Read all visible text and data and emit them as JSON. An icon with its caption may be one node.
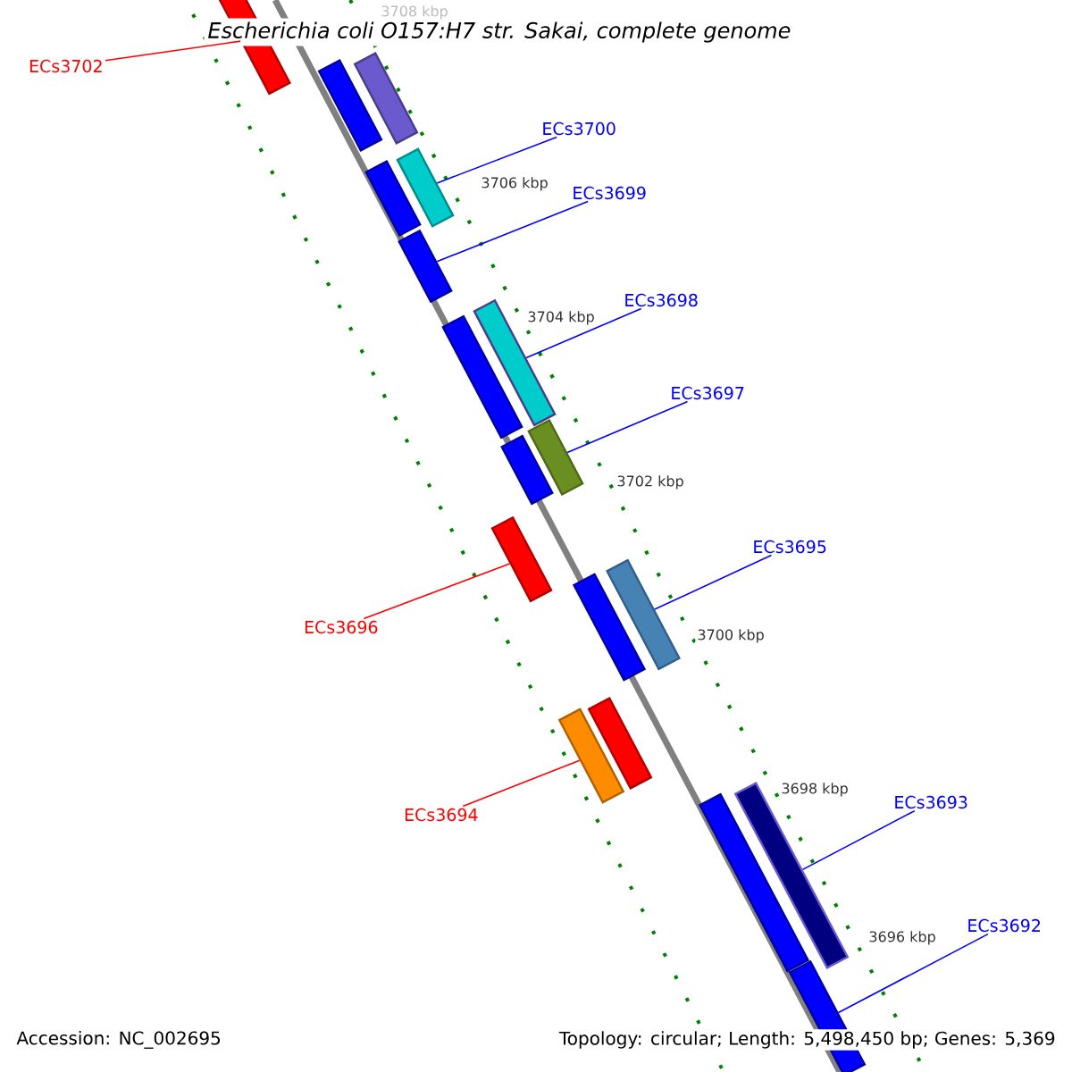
{
  "diagram": {
    "title": "*Escherichia coli* O157:H7 str. Sakai, complete genome",
    "nodes": [
      {
        "text": [
          "ECs3702"
        ]
      },
      {
        "text": [
          "ECs3700"
        ]
      },
      {
        "text": [
          "ECs3699"
        ]
      },
      {
        "text": [
          "ECs3698"
        ]
      },
      {
        "text": [
          "ECs3697"
        ]
      },
      {
        "text": [
          "ECs3696"
        ]
      },
      {
        "text": [
          "ECs3695"
        ]
      },
      {
        "text": [
          "ECs3694"
        ]
      },
      {
        "text": [
          "ECs3693"
        ]
      },
      {
        "text": [
          "ECs3692"
        ]
      },
      {
        "text": [],
        "shape": "bar"
      },
      {
        "text": [],
        "shape": "bar"
      },
      {
        "text": [],
        "shape": "bar"
      },
      {
        "text": [],
        "shape": "bar"
      },
      {
        "text": [],
        "shape": "bar"
      },
      {
        "text": [],
        "shape": "bar"
      },
      {
        "text": [],
        "shape": "bar"
      },
      {
        "text": [],
        "shape": "bar"
      },
      {
        "text": [],
        "shape": "bar"
      },
      {
        "text": [],
        "shape": "bar"
      },
      {
        "text": [],
        "shape": "bar"
      },
      {
        "text": [],
        "shape": "bar"
      },
      {
        "text": [],
        "shape": "bar"
      },
      {
        "text": [],
        "shape": "bar"
      },
      {
        "text": [],
        "shape": "bar"
      },
      {
        "text": [],
        "shape": "bar"
      },
      {
        "text": [],
        "shape": "bar"
      },
      {
        "text": [],
        "shape": "bar"
      }
    ],
    "edges": [
      {
        "from": 0,
        "to": 10,
        "arrow": "none",
        "color": "#ff0000"
      },
      {
        "from": 1,
        "to": 14,
        "arrow": "none"
      },
      {
        "from": 2,
        "to": 15,
        "arrow": "none"
      },
      {
        "from": 3,
        "to": 17,
        "arrow": "none"
      },
      {
        "from": 4,
        "to": 19,
        "arrow": "none"
      },
      {
        "from": 5,
        "to": 20,
        "arrow": "none",
        "color": "#ff0000"
      },
      {
        "from": 6,
        "to": 22,
        "arrow": "none"
      },
      {
        "from": 7,
        "to": 23,
        "arrow": "none",
        "color": "#ff0000"
      },
      {
        "from": 8,
        "to": 26,
        "arrow": "none"
      },
      {
        "from": 9,
        "to": 27,
        "arrow": "none"
      }
    ],
    "labels": [
      "3708 kbp",
      "3706 kbp",
      "3704 kbp",
      "3702 kbp",
      "3700 kbp",
      "3698 kbp",
      "3696 kbp",
      "Accession: NC_002695",
      "Topology: circular; Length: 5,498,450 bp; Genes: 5,369"
    ]
  }
}
